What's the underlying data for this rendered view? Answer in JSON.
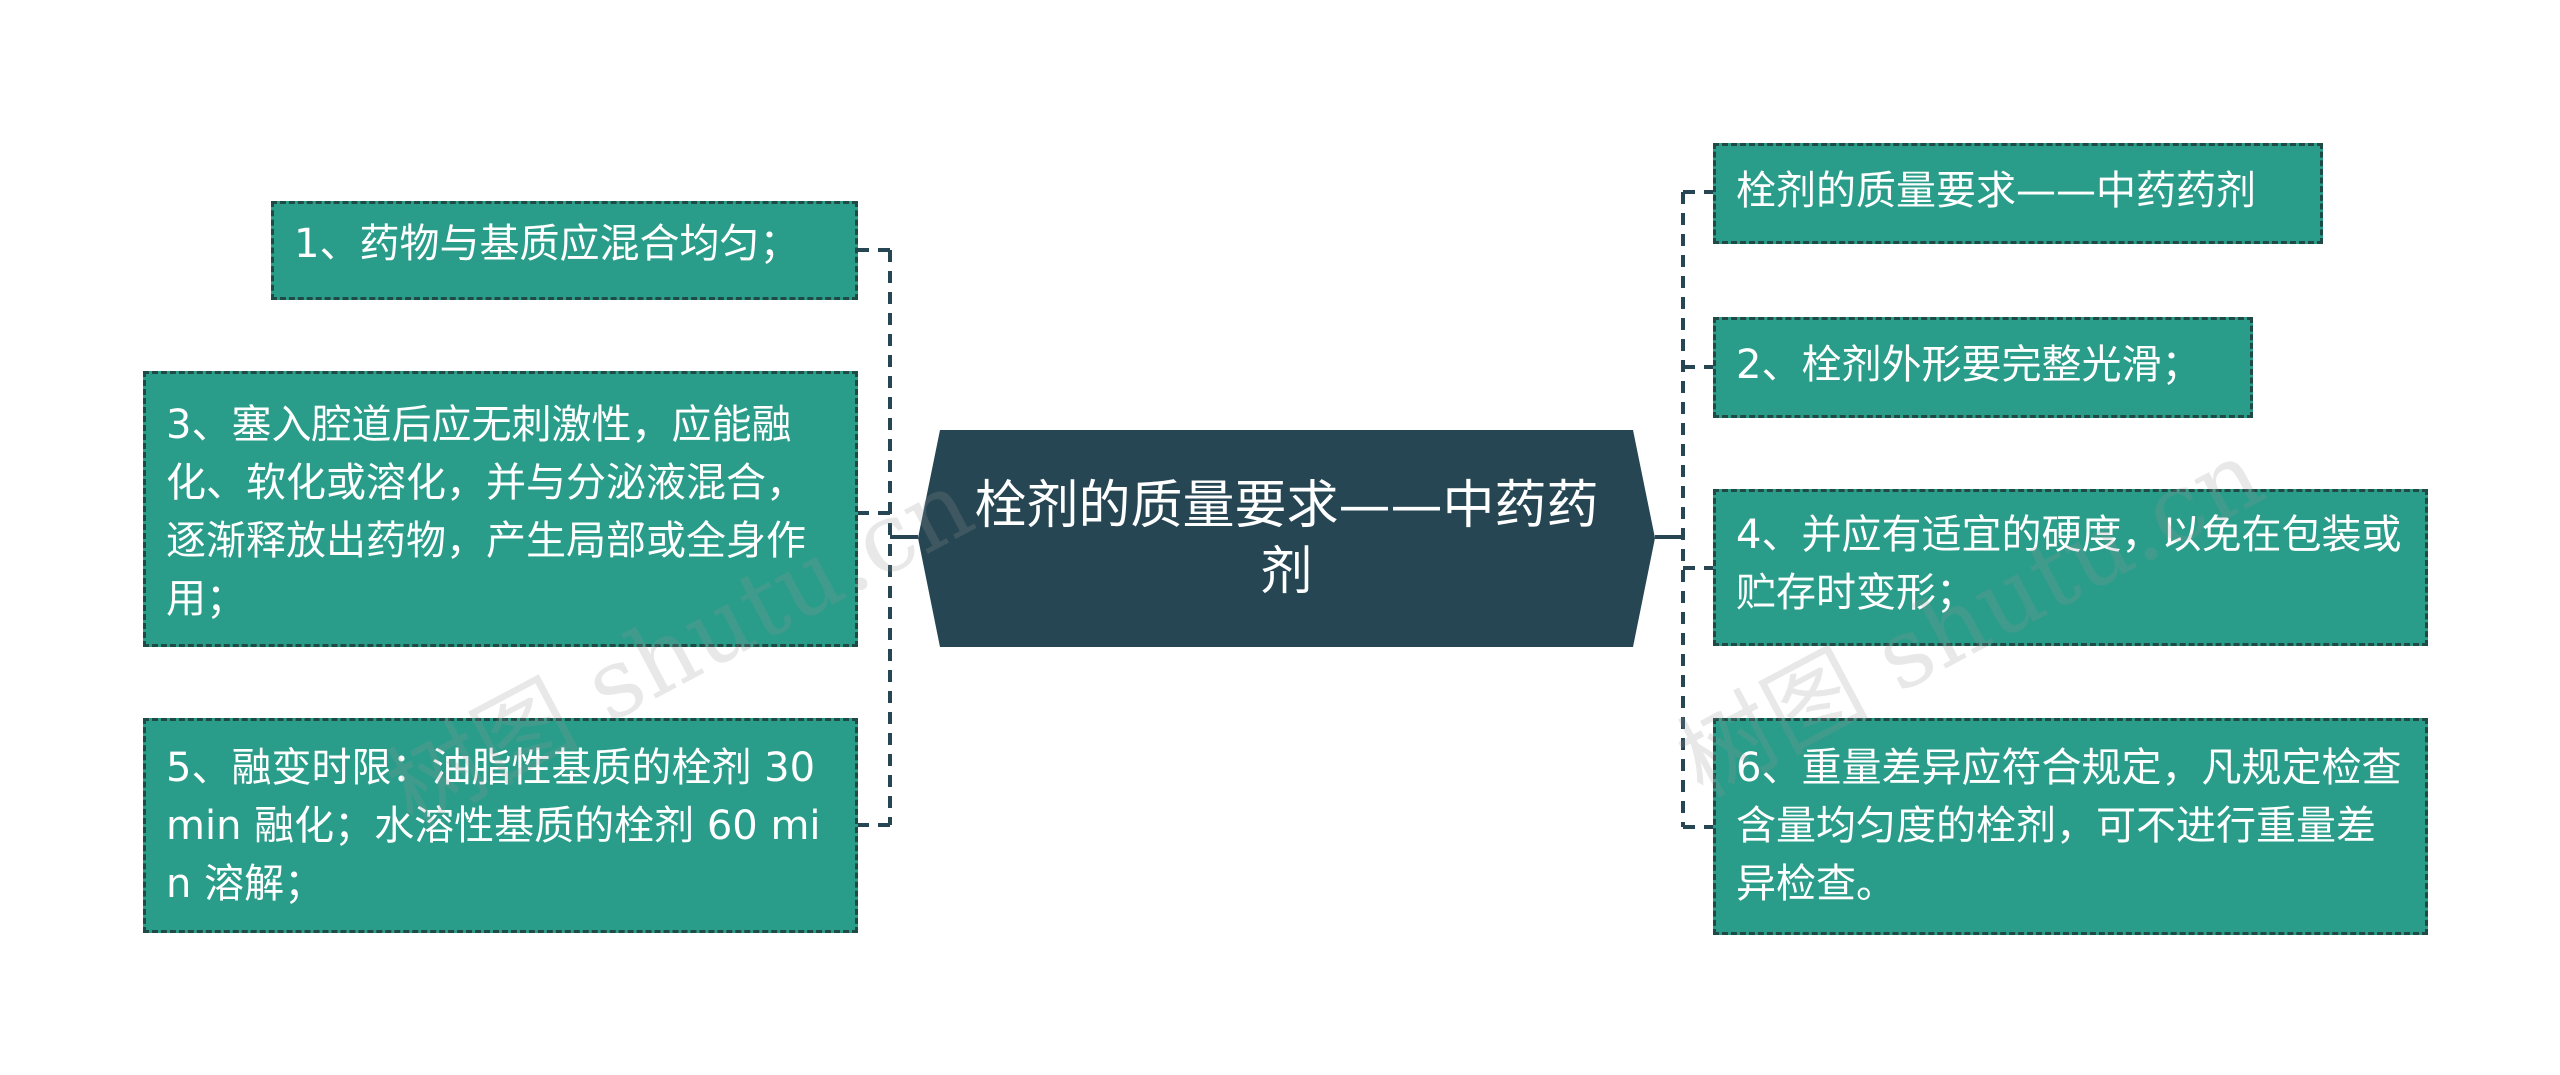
{
  "center": {
    "text": "栓剂的质量要求——中药药剂"
  },
  "left_nodes": [
    {
      "text": "1、药物与基质应混合均匀；"
    },
    {
      "text": "3、塞入腔道后应无刺激性，应能融化、软化或溶化，并与分泌液混合，逐渐释放出药物，产生局部或全身作用；"
    },
    {
      "text": "5、融变时限：油脂性基质的栓剂 30min 融化；水溶性基质的栓剂 60 min 溶解；"
    }
  ],
  "right_nodes": [
    {
      "text": "栓剂的质量要求——中药药剂"
    },
    {
      "text": "2、栓剂外形要完整光滑；"
    },
    {
      "text": "4、并应有适宜的硬度，以免在包装或贮存时变形；"
    },
    {
      "text": "6、重量差异应符合规定，凡规定检查含量均匀度的栓剂，可不进行重量差异检查。"
    }
  ],
  "watermarks": [
    "树图 shutu.cn",
    "树图 shutu.cn"
  ],
  "colors": {
    "node_fill": "#2a9d8a",
    "node_border": "#1f4a45",
    "center_fill": "#264653",
    "connector": "#264653"
  }
}
